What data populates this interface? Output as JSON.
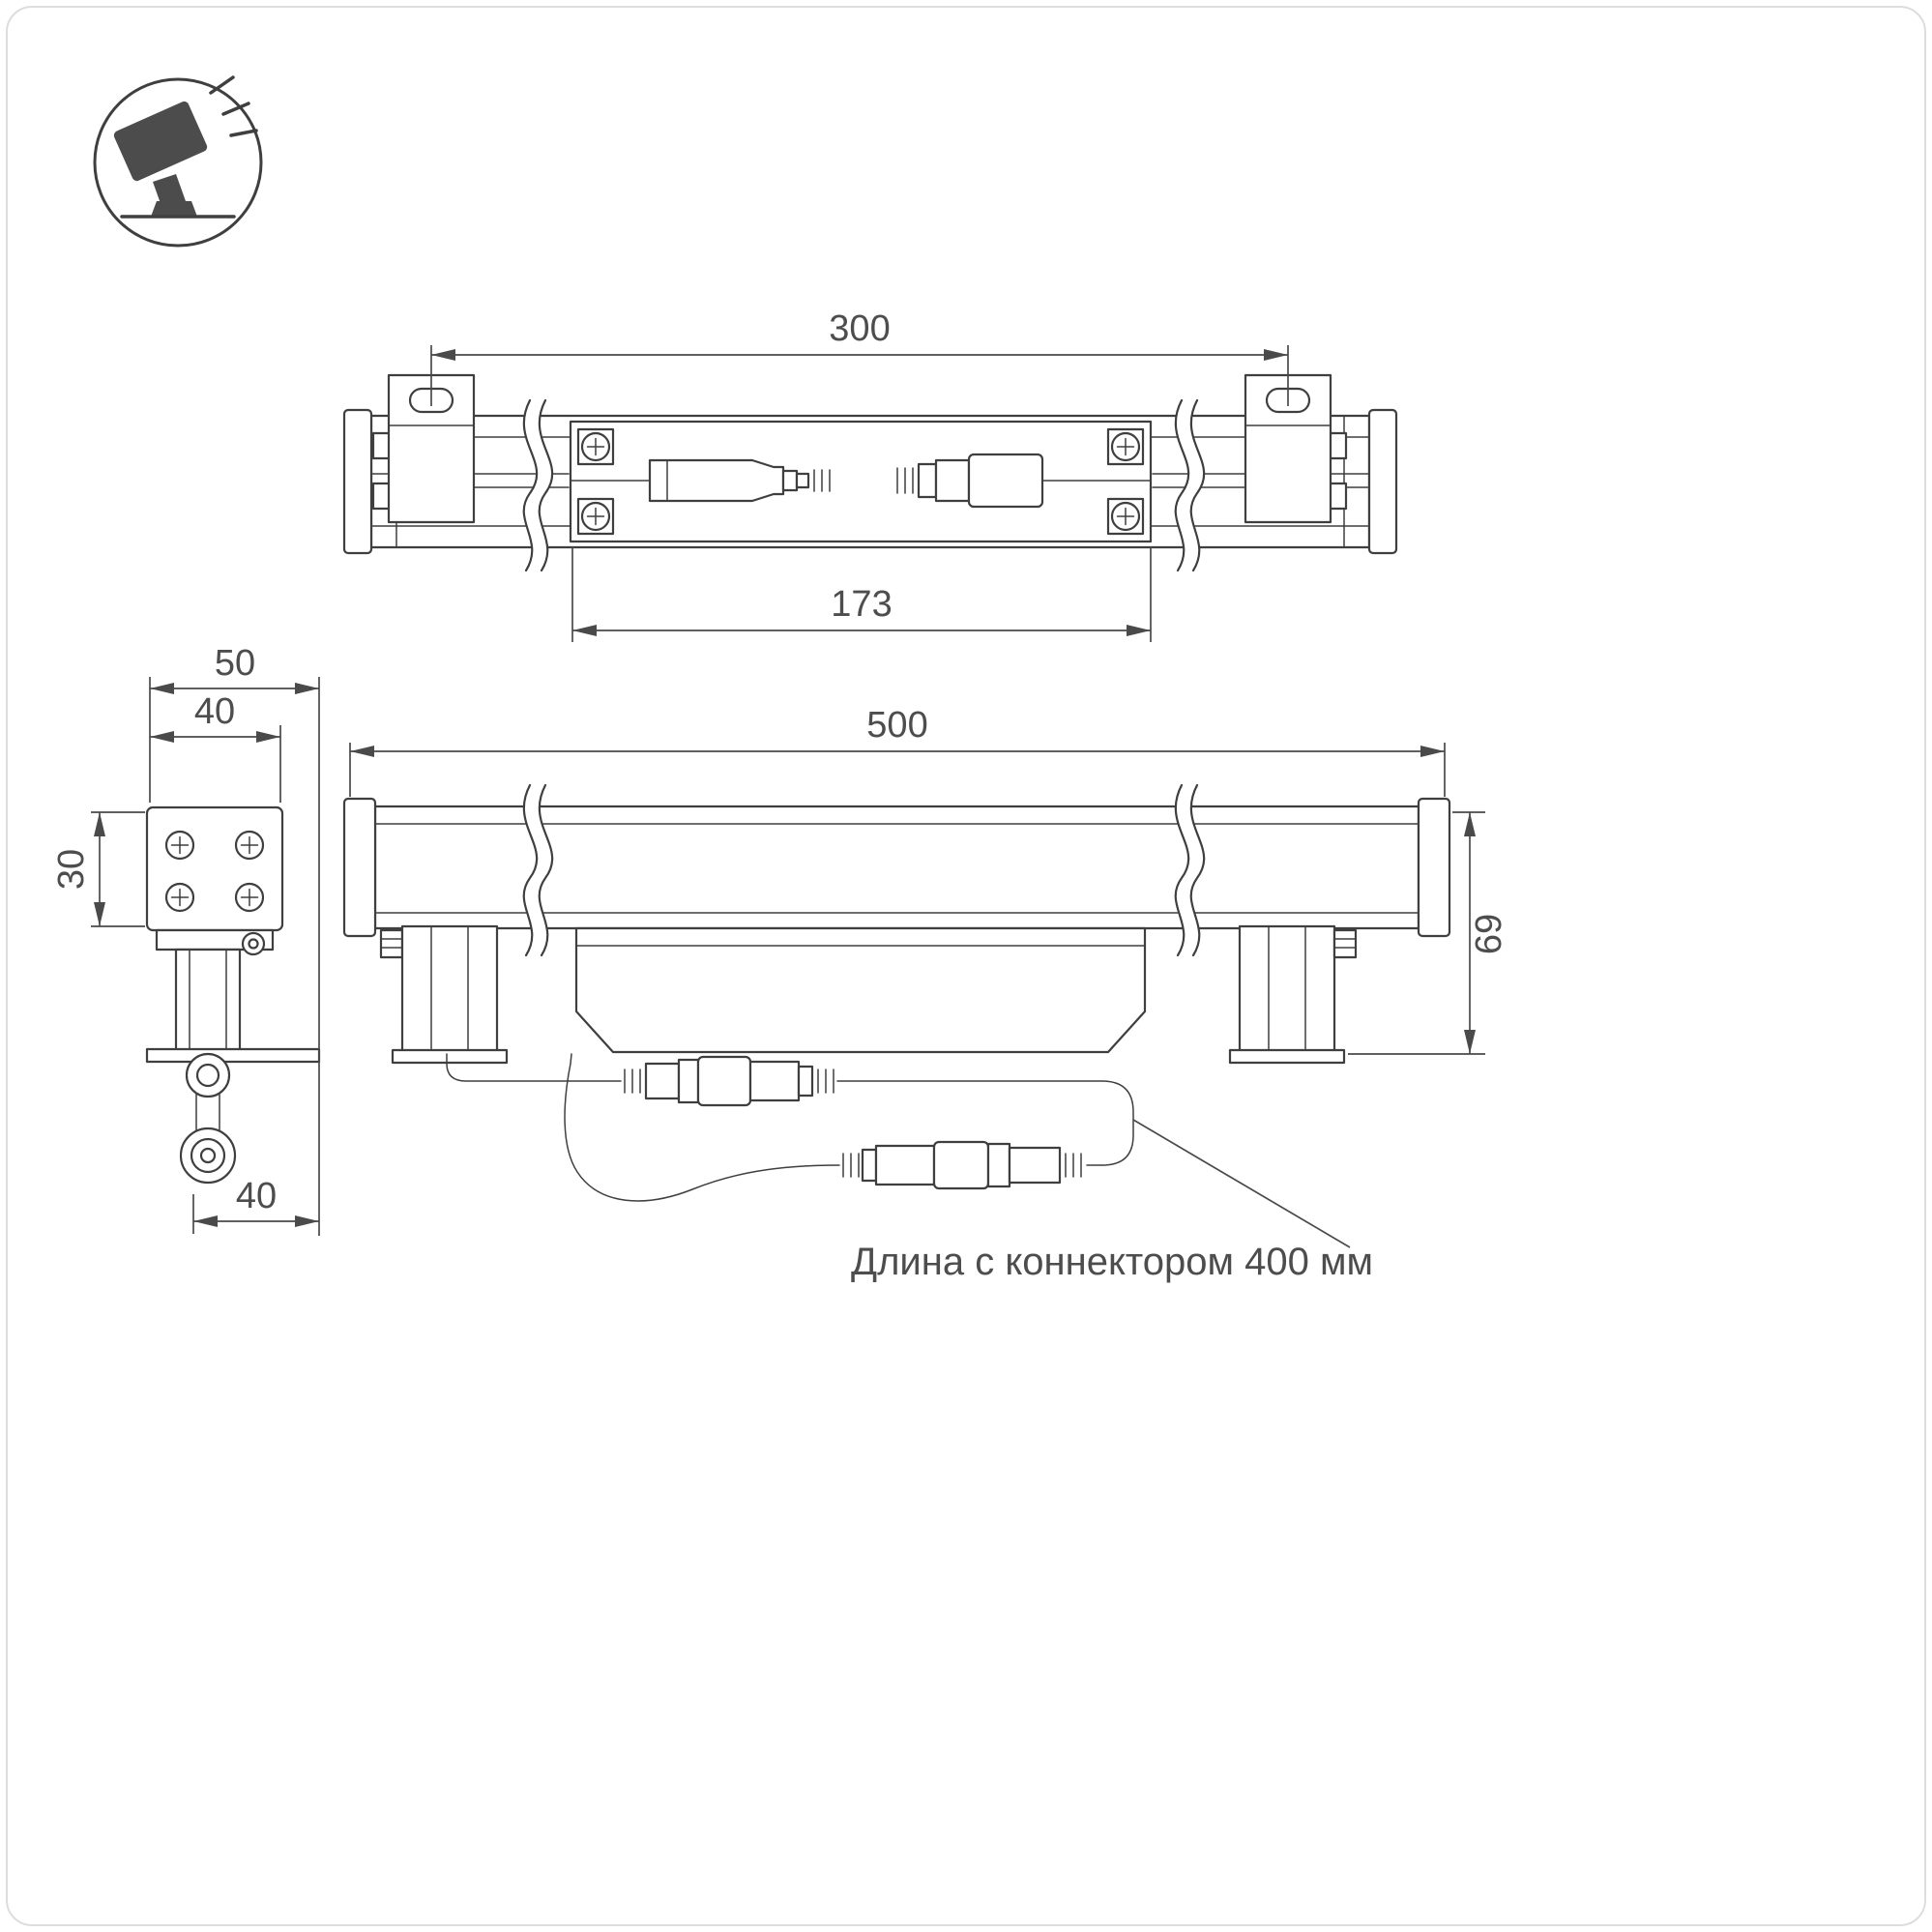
{
  "meta": {
    "background_color": "#ffffff",
    "line_color": "#3f3f3f",
    "dim_color": "#4a4a4a",
    "text_color": "#4d4d4d",
    "frame_color": "#dddddd",
    "icon_fill": "#4c4c4c"
  },
  "icon": {
    "name": "floodlight-icon"
  },
  "dims": {
    "top_overall": "300",
    "top_inner": "173",
    "side_overall_width": "50",
    "side_body_width": "40",
    "side_body_height": "30",
    "side_foot_width": "40",
    "front_length": "500",
    "front_height": "69"
  },
  "note": {
    "connector_length": "Длина с коннектором 400 мм"
  }
}
